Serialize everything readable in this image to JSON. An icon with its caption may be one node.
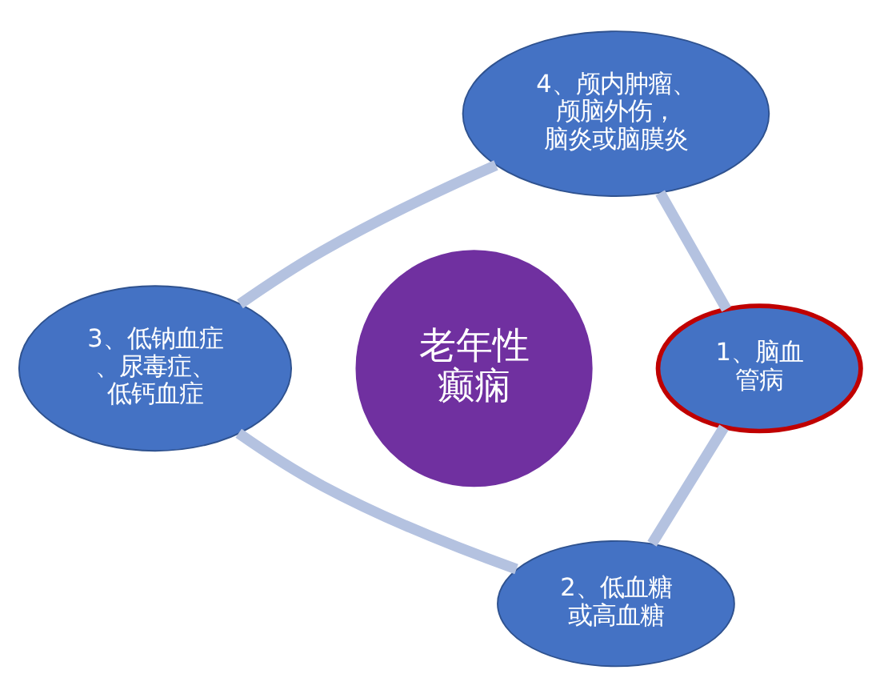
{
  "diagram": {
    "nodes": [
      {
        "text": [
          "4、颅内肿瘤、颅脑外伤，脑炎或脑膜炎"
        ]
      },
      {
        "text": [
          "3、低钠血症、尿毒症、低钙血症"
        ]
      },
      {
        "text": [
          "老年性癫痫"
        ]
      },
      {
        "text": [
          "1、脑血管病"
        ]
      },
      {
        "text": [
          "2、低血糖或高血糖"
        ]
      }
    ],
    "edges": [
      {
        "from": 0,
        "to": 3,
        "arrow": "none"
      },
      {
        "from": 3,
        "to": 4,
        "arrow": "none"
      },
      {
        "from": 4,
        "to": 1,
        "arrow": "none"
      },
      {
        "from": 1,
        "to": 0,
        "arrow": "none"
      }
    ]
  }
}
